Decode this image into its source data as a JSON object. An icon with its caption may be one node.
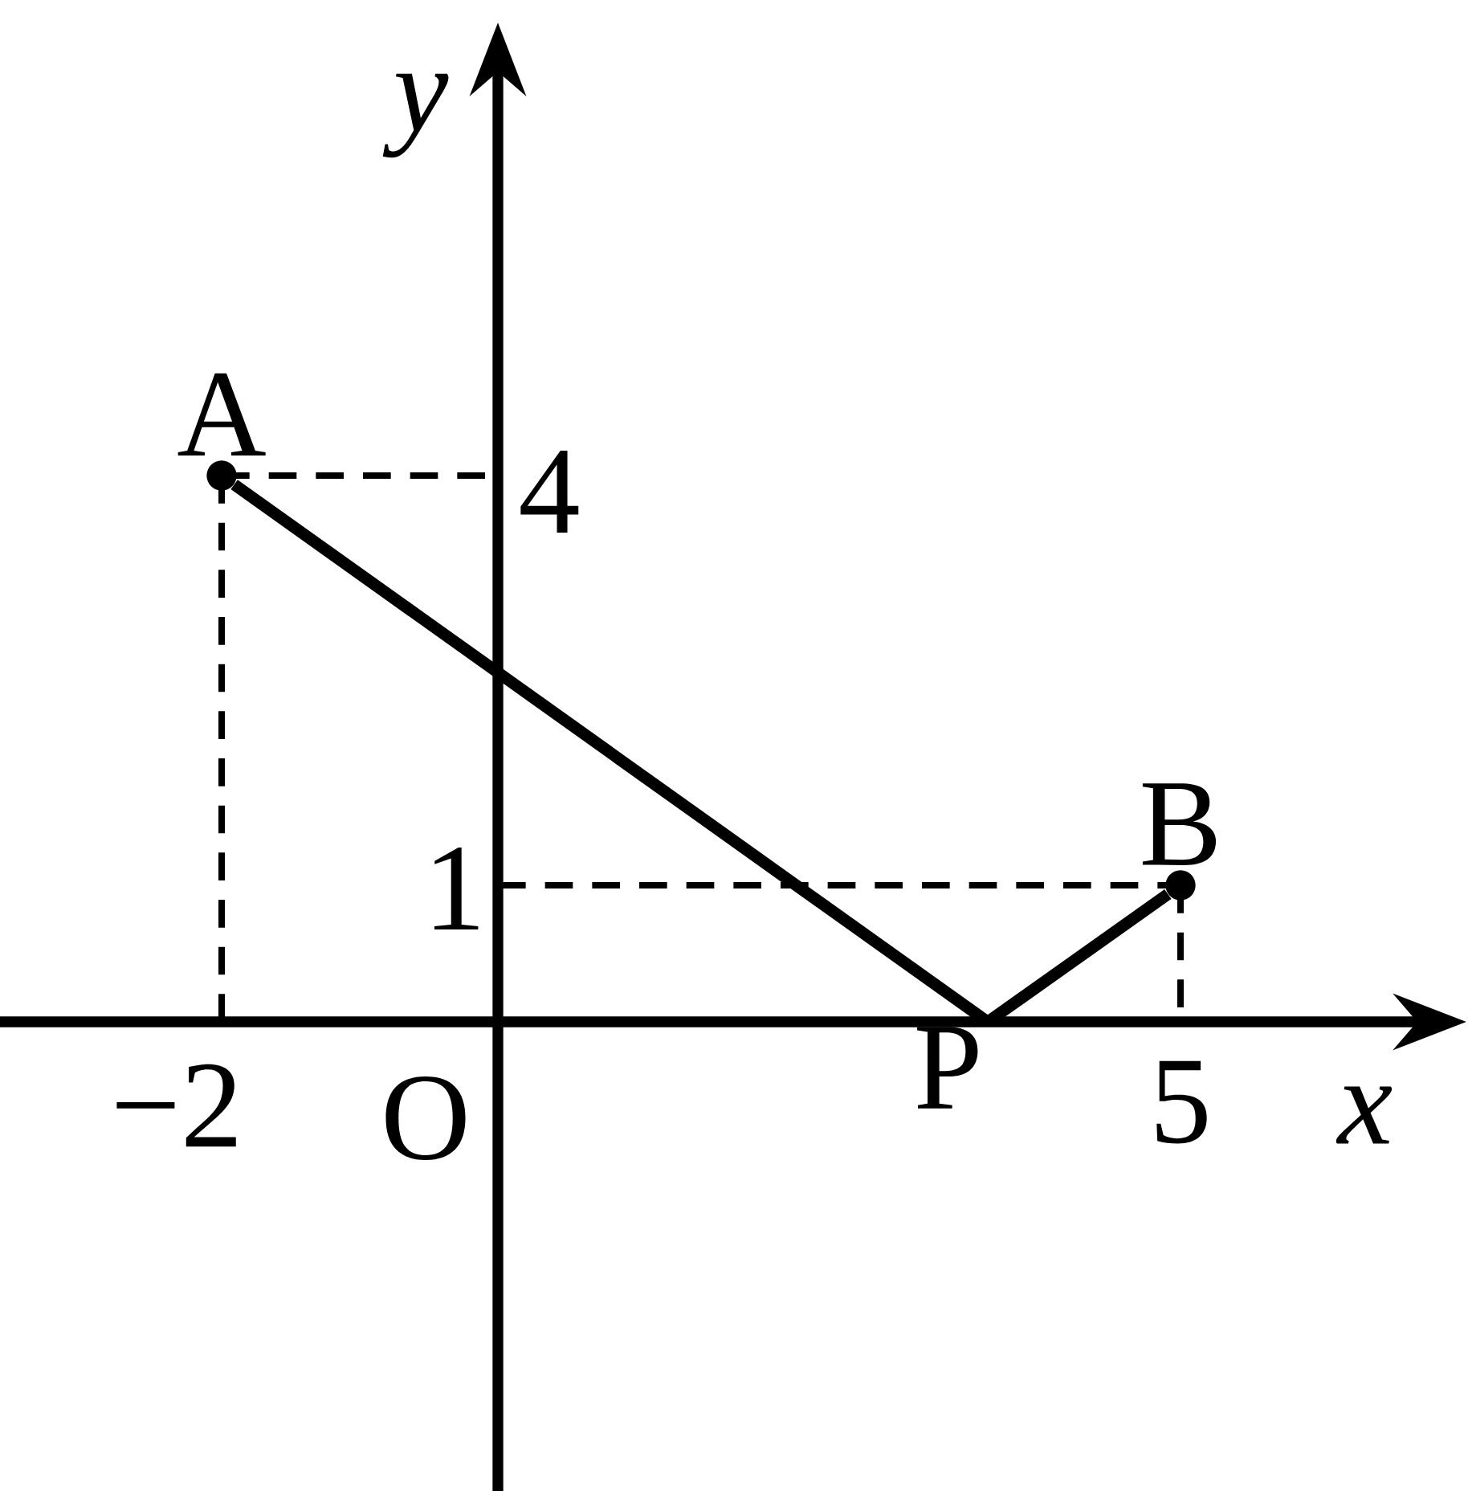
{
  "diagram": {
    "nodes": [
      {
        "text": [
          "A"
        ]
      },
      {
        "text": [
          "P"
        ]
      },
      {
        "text": [
          "B"
        ]
      }
    ],
    "edges": [
      {
        "from": 0,
        "to": 1,
        "arrow": "none"
      },
      {
        "from": 1,
        "to": 2,
        "arrow": "none"
      }
    ],
    "labels": [
      "y",
      "4",
      "1",
      "−2",
      "O",
      "5",
      "x"
    ]
  }
}
